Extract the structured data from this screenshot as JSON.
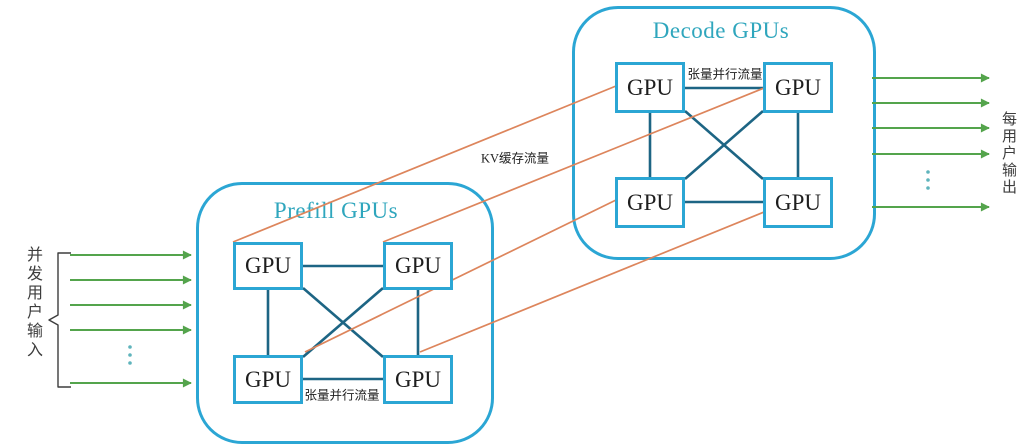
{
  "clusters": {
    "prefill": {
      "title": "Prefill GPUs",
      "gpu_count": 4,
      "tensor_parallel_label": "张量并行流量"
    },
    "decode": {
      "title": "Decode GPUs",
      "gpu_count": 4,
      "tensor_parallel_label": "张量并行流量"
    }
  },
  "labels": {
    "gpu": "GPU",
    "kv_cache_traffic": "KV缓存流量",
    "concurrent_user_input": "并发用户输入",
    "per_user_output": "每用户输出"
  },
  "flows": {
    "input_arrow_count": 5,
    "output_arrow_count": 5,
    "kv_cache_line_count": 4
  },
  "colors": {
    "cluster_border": "#2ba6d4",
    "gpu_box_border": "#2ba6d4",
    "title_teal": "#2fa6bd",
    "mesh_edge": "#1d6584",
    "kv_cache_orange": "#dd855c",
    "arrow_green": "#54a44c",
    "ellipsis_dots": "#5fb4bc",
    "text_dark": "#3d3d3d",
    "background": "#ffffff"
  }
}
